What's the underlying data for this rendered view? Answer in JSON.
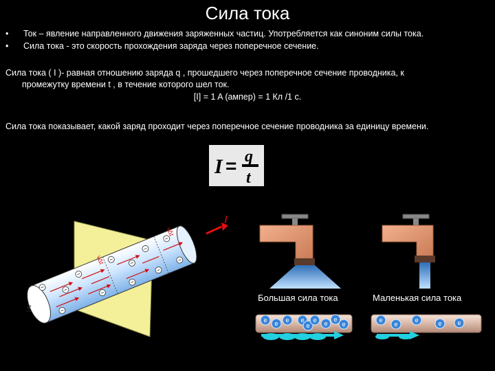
{
  "slide": {
    "title": "Сила тока",
    "bullets": [
      "Ток – явление направленного движения заряженных частиц. Употребляется как синоним силы тока.",
      "Сила тока - это скорость прохождения заряда через поперечное сечение."
    ],
    "definition_line1": "Сила тока ( I )- равная отношению заряда q , прошедшего через поперечное сечение проводника, к",
    "definition_line2": "промежутку времени t , в течение которого шел ток.",
    "unit_line": "[I] = 1 A (ампер) = 1 Кл /1 c.",
    "summary": "Сила тока показывает, какой заряд проходит через поперечное сечение проводника за единицу времени.",
    "formula": {
      "lhs": "I",
      "eq": "=",
      "numerator": "q",
      "denominator": "t"
    },
    "conductor_diagram": {
      "area_label": "S",
      "current_label": "I",
      "charge_symbol": "-",
      "drift_label": "vΔt"
    },
    "pipe_comparison": {
      "left_label": "Большая сила тока",
      "right_label": "Маленькая сила тока",
      "electron_symbol": "e"
    }
  }
}
